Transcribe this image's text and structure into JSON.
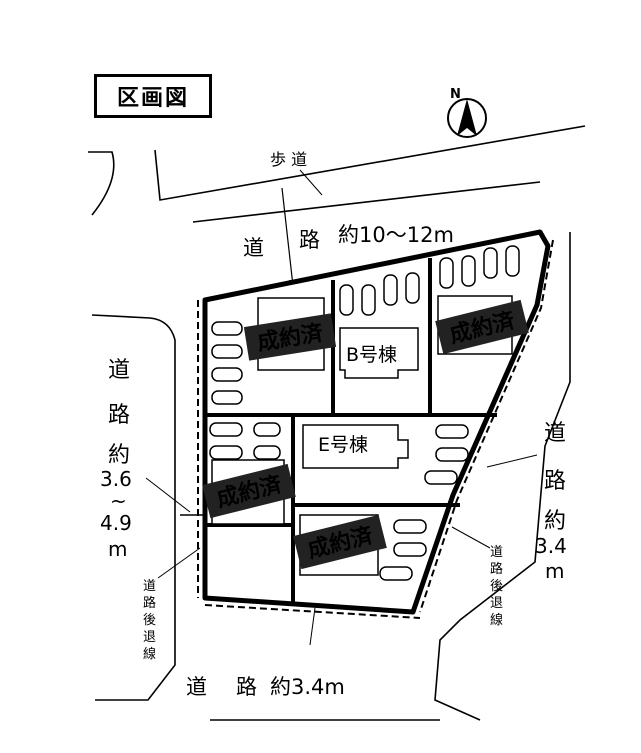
{
  "title": "区画図",
  "north_label": "N",
  "sidewalk": {
    "label": "歩 道"
  },
  "roads": {
    "top": {
      "c1": "道",
      "c2": "路",
      "width": "約10～12m"
    },
    "left": {
      "c1": "道",
      "c2": "路",
      "c3": "約",
      "w1": "3.6",
      "w2": "~",
      "w3": "4.9",
      "w4": "m"
    },
    "right": {
      "c1": "道",
      "c2": "路",
      "c3": "約",
      "w1": "3.4",
      "w2": "m"
    },
    "bottom": {
      "c1": "道",
      "c2": "路",
      "width": "約3.4m"
    }
  },
  "setback": {
    "left": [
      "道",
      "路",
      "後",
      "退",
      "線"
    ],
    "right": [
      "道",
      "路",
      "後",
      "退",
      "線"
    ]
  },
  "lots": [
    {
      "id": "A",
      "stamp": "成約済"
    },
    {
      "id": "B",
      "label": "B号棟"
    },
    {
      "id": "C",
      "stamp": "成約済"
    },
    {
      "id": "D",
      "stamp": "成約済"
    },
    {
      "id": "E",
      "label": "E号棟"
    },
    {
      "id": "F",
      "stamp": "成約済"
    }
  ]
}
